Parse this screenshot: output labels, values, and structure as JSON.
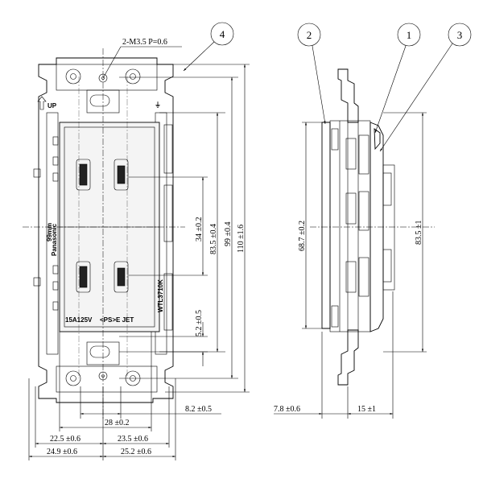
{
  "callouts": {
    "c1": "1",
    "c2": "2",
    "c3": "3",
    "c4": "4"
  },
  "labels": {
    "screw": "2-M3.5 P=0.6",
    "up": "UP",
    "brand": "Panasonic",
    "model": "WTL3710K",
    "rating": "15A125V",
    "pse": "<PS>E JET",
    "strip": "99mm"
  },
  "dims": {
    "h34": "34 ±0.2",
    "h83front": "83.5 ±0.4",
    "h99": "99 ±0.4",
    "h110": "110 ±1.6",
    "h5": "5.2 ±0.5",
    "w8": "8.2 ±0.5",
    "w28": "28 ±0.2",
    "w22": "22.5 ±0.6",
    "w23": "23.5 ±0.6",
    "w24": "24.9 ±0.6",
    "w25": "25.2 ±0.6",
    "h68": "68.7 ±0.2",
    "h83side": "83.5 ±1",
    "w7": "7.8 ±0.6",
    "w15": "15 ±1"
  }
}
